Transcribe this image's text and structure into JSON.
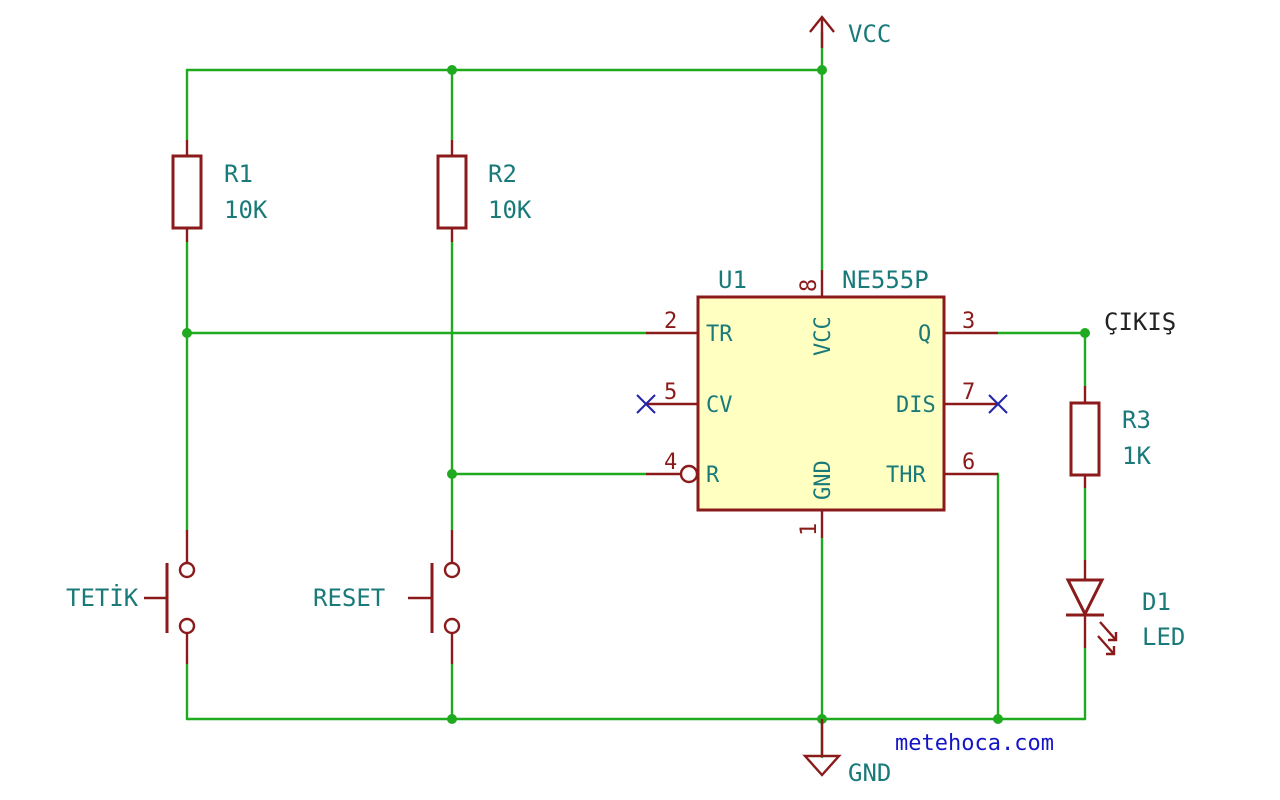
{
  "power": {
    "vcc": "VCC",
    "gnd": "GND"
  },
  "r1": {
    "ref": "R1",
    "value": "10K"
  },
  "r2": {
    "ref": "R2",
    "value": "10K"
  },
  "r3": {
    "ref": "R3",
    "value": "1K"
  },
  "d1": {
    "ref": "D1",
    "value": "LED"
  },
  "u1": {
    "ref": "U1",
    "part": "NE555P",
    "pins": {
      "tr": {
        "num": "2",
        "name": "TR"
      },
      "cv": {
        "num": "5",
        "name": "CV"
      },
      "r": {
        "num": "4",
        "name": "R"
      },
      "vcc": {
        "num": "8",
        "name": "VCC"
      },
      "gnd": {
        "num": "1",
        "name": "GND"
      },
      "q": {
        "num": "3",
        "name": "Q"
      },
      "dis": {
        "num": "7",
        "name": "DIS"
      },
      "thr": {
        "num": "6",
        "name": "THR"
      }
    }
  },
  "switches": {
    "trigger": "TETİK",
    "reset": "RESET"
  },
  "output_label": "ÇIKIŞ",
  "credit": "metehoca.com",
  "colors": {
    "wire": "#1faa1f",
    "component": "#8b1b1b",
    "ic_body": "#ffffc2",
    "label": "#1a7a7a",
    "pin_number": "#8b1b1b",
    "no_connect": "#2222aa",
    "credit": "#1515c8"
  }
}
